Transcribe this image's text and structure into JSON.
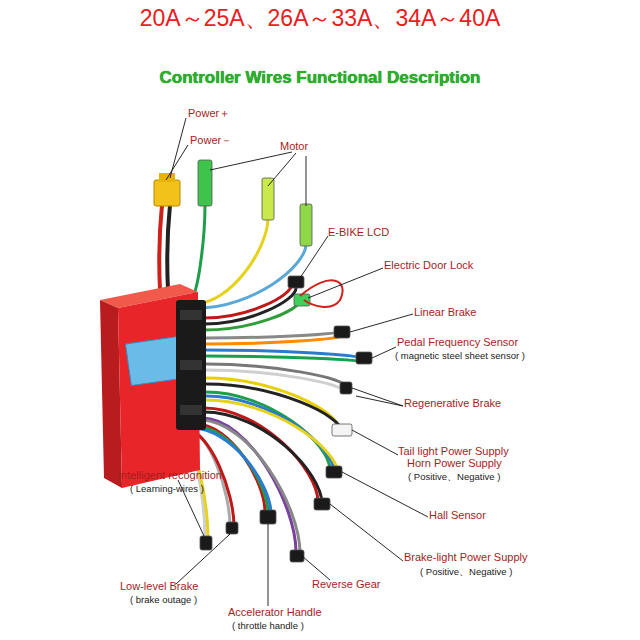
{
  "diagram": {
    "title": "Controller Wires Functional Description",
    "labels": [
      "20A～25A、26A～33A、34A～40A",
      "Power＋",
      "Power－",
      "Motor",
      "E-BIKE  LCD",
      "Electric Door Lock",
      "Linear Brake",
      "Pedal Frequency Sensor",
      "( magnetic steel sheet sensor )",
      "Regenerative Brake",
      "Tail light Power Supply",
      "Horn Power Supply",
      "( Positive、Negative )",
      "Hall Sensor",
      "Brake-light Power Supply",
      "( Positive、Negative )",
      "Intelligent  recognition",
      "( Learning-wires )",
      "Low-level Brake",
      "( brake outage )",
      "Reverse Gear",
      "Accelerator Handle",
      "( throttle handle )"
    ]
  }
}
